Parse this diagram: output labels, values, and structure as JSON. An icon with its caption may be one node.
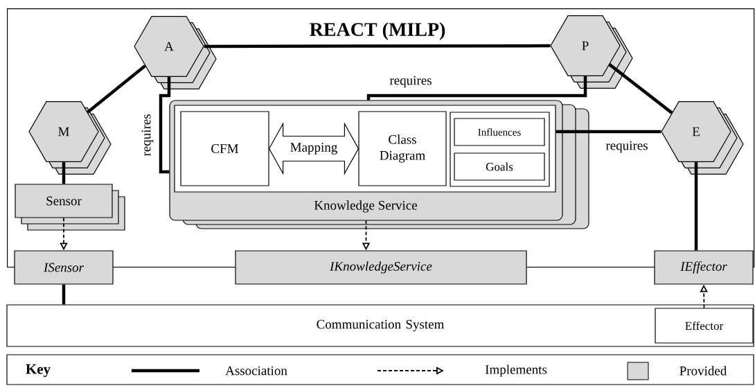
{
  "diagram": {
    "nodes": [
      {
        "text": [
          "REACT (MILP)"
        ]
      },
      {
        "text": [
          "A"
        ],
        "in": 0
      },
      {
        "text": [
          "P"
        ],
        "in": 0
      },
      {
        "text": [
          "M"
        ],
        "in": 0
      },
      {
        "text": [
          "E"
        ],
        "in": 0
      },
      {
        "text": [
          "Sensor"
        ],
        "in": 0
      },
      {
        "text": [
          "Knowledge Service"
        ],
        "in": 0
      },
      {
        "text": [],
        "shape": "box",
        "in": 6
      },
      {
        "text": [
          "CFM"
        ],
        "in": 7
      },
      {
        "text": [
          "Class Diagram"
        ],
        "in": 7
      },
      {
        "text": [],
        "shape": "box",
        "in": 7
      },
      {
        "text": [
          "Influences"
        ],
        "in": 10
      },
      {
        "text": [
          "Goals"
        ],
        "in": 10
      },
      {
        "text": [
          "ISensor"
        ]
      },
      {
        "text": [
          "IKnowledgeService"
        ]
      },
      {
        "text": [
          "IEffector"
        ]
      },
      {
        "text": [
          "Communication System"
        ]
      },
      {
        "text": [
          "Effector"
        ],
        "in": 16
      }
    ],
    "edges": [
      {
        "from": 1,
        "to": 2,
        "arrow": "none"
      },
      {
        "from": 1,
        "to": 3,
        "arrow": "none"
      },
      {
        "from": 2,
        "to": 4,
        "arrow": "none"
      },
      {
        "from": 3,
        "to": 5,
        "arrow": "none"
      },
      {
        "from": 1,
        "to": 6,
        "arrow": "none",
        "label": "requires"
      },
      {
        "from": 2,
        "to": 6,
        "arrow": "none",
        "label": "requires"
      },
      {
        "from": 7,
        "to": 4,
        "arrow": "none",
        "label": "requires"
      },
      {
        "from": 4,
        "to": 15,
        "arrow": "none"
      },
      {
        "from": 13,
        "to": 16,
        "arrow": "none"
      },
      {
        "from": 8,
        "to": 9,
        "arrow": "both",
        "label": "Mapping"
      },
      {
        "from": 5,
        "to": 13,
        "arrow": "to",
        "style": "dashed"
      },
      {
        "from": 6,
        "to": 14,
        "arrow": "to",
        "style": "dashed"
      },
      {
        "from": 17,
        "to": 15,
        "arrow": "to",
        "style": "dashed"
      }
    ],
    "labels": [
      "Key"
    ],
    "legend": [
      {
        "text": "Association"
      },
      {
        "text": "Implements"
      },
      {
        "text": "Provided",
        "color": "#d9d9d9"
      }
    ]
  }
}
